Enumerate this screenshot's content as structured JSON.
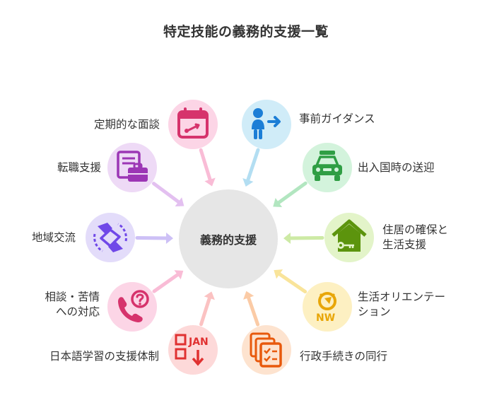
{
  "title": "特定技能の義務的支援一覧",
  "center": "義務的支援",
  "nodes": [
    {
      "id": "regular-interview",
      "label": [
        "定期的な面談"
      ],
      "icon": "calendar-icon",
      "color": "#d6336c",
      "bg": "#fcd5e6"
    },
    {
      "id": "job-change-support",
      "label": [
        "転職支援"
      ],
      "icon": "briefcase-document-icon",
      "color": "#9c36b5",
      "bg": "#eedaf6"
    },
    {
      "id": "community-exchange",
      "label": [
        "地域交流"
      ],
      "icon": "handshake-icon",
      "color": "#7048e8",
      "bg": "#e3dcfa"
    },
    {
      "id": "consultation",
      "label": [
        "相談・苦情",
        "への対応"
      ],
      "icon": "phone-question-icon",
      "color": "#d6336c",
      "bg": "#fcd5e6"
    },
    {
      "id": "japanese-learning",
      "label": [
        "日本語学習の支援体制"
      ],
      "icon": "jan-calendar-icon",
      "color": "#e03131",
      "bg": "#fdd9d9"
    },
    {
      "id": "admin-procedures",
      "label": [
        "行政手続きの同行"
      ],
      "icon": "documents-icon",
      "color": "#e8590c",
      "bg": "#fde3cf"
    },
    {
      "id": "life-orientation",
      "label": [
        "生活オリエンテー",
        "ション"
      ],
      "icon": "compass-icon",
      "color": "#e8a608",
      "bg": "#fdf0c2"
    },
    {
      "id": "housing",
      "label": [
        "住居の確保と",
        "生活支援"
      ],
      "icon": "house-key-icon",
      "color": "#5c940d",
      "bg": "#e3f4c9"
    },
    {
      "id": "airport-transfer",
      "label": [
        "出入国時の送迎"
      ],
      "icon": "car-icon",
      "color": "#2f9e44",
      "bg": "#d3f3dc"
    },
    {
      "id": "pre-guidance",
      "label": [
        "事前ガイダンス"
      ],
      "icon": "person-arrow-icon",
      "color": "#1c7ed6",
      "bg": "#d0ecf8"
    }
  ]
}
